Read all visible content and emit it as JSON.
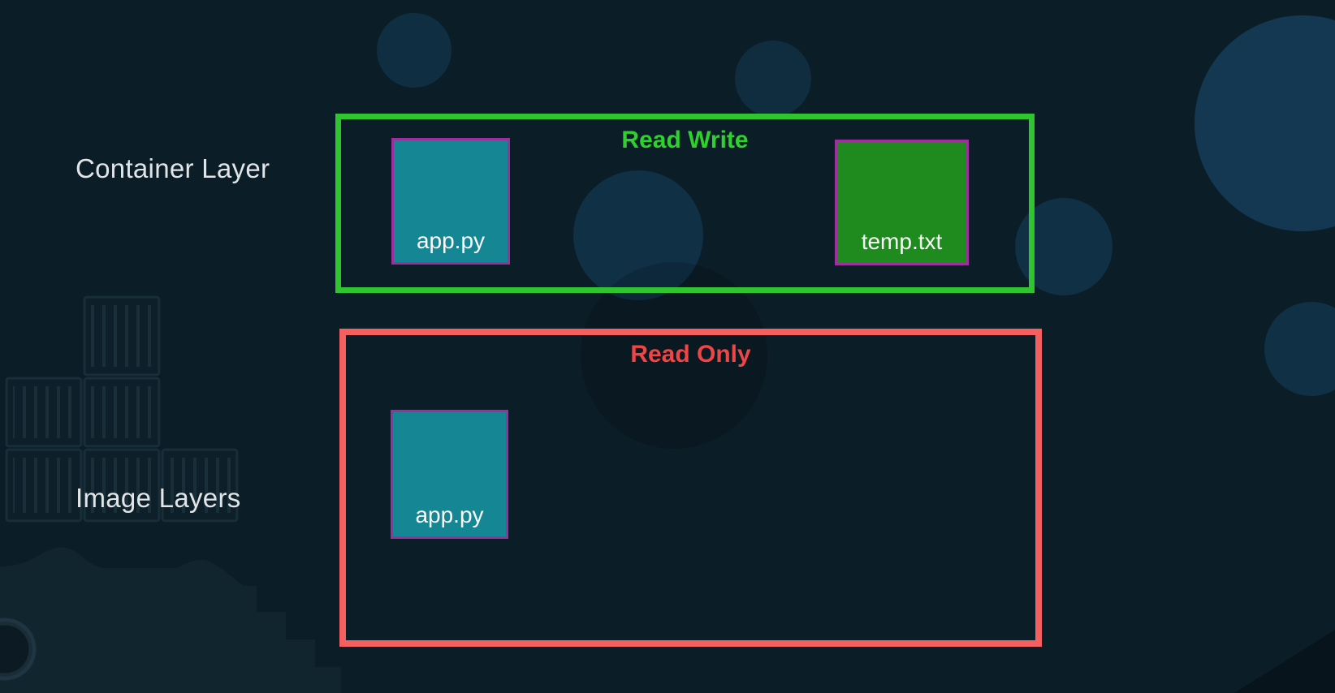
{
  "canvas": {
    "background": "#0b1d27"
  },
  "labels": {
    "container_layer": "Container Layer",
    "image_layers": "Image Layers"
  },
  "read_write_box": {
    "title": "Read Write",
    "border_color": "#31c431",
    "title_color": "#2fd02f",
    "files": [
      {
        "name": "app.py",
        "fill": "#158694",
        "border": "#9e2f9e",
        "label_color": "#fafafa"
      },
      {
        "name": "temp.txt",
        "fill": "#1f8b1f",
        "border": "#9e2f9e",
        "label_color": "#fafafa"
      }
    ]
  },
  "read_only_box": {
    "title": "Read Only",
    "border_color": "#f55f5f",
    "title_color": "#ee4545",
    "files": [
      {
        "name": "app.py",
        "fill": "#158694",
        "border": "#9e2f9e",
        "label_color": "#fafafa"
      }
    ]
  },
  "background_theme": {
    "circle_color": "#16405e",
    "illustration": "docker-containers-and-sea"
  }
}
